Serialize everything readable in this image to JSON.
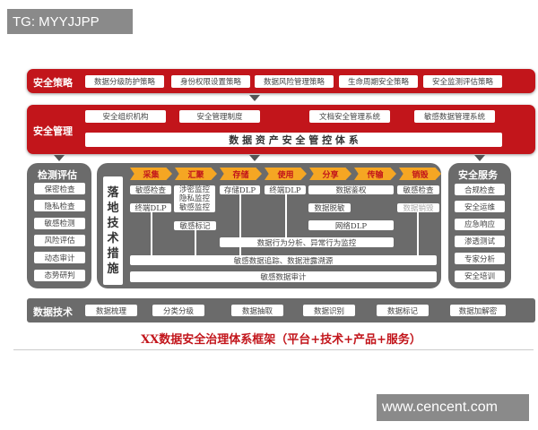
{
  "watermark_top": "TG: MYYJJPP",
  "watermark_bottom": "www.cencent.com",
  "strategy": {
    "label": "安全策略",
    "items": [
      "数据分级防护策略",
      "身份权限设置策略",
      "数据风险管理策略",
      "生命周期安全策略",
      "安全监测评估策略"
    ]
  },
  "management": {
    "label": "安全管理",
    "items": [
      "安全组织机构",
      "安全管理制度",
      "文档安全管理系统",
      "敏感数据管理系统"
    ],
    "system": "数 据 资 产 安 全 管 控 体 系"
  },
  "detection": {
    "label": "检测评估",
    "items": [
      "保密检查",
      "隐私检查",
      "敏感检测",
      "风险评估",
      "动态审计",
      "态势研判"
    ]
  },
  "measures": {
    "label": "落地技术措施",
    "stages": [
      "采集",
      "汇聚",
      "存储",
      "使用",
      "分享",
      "传输",
      "销毁"
    ],
    "collect": [
      "敏感检查",
      "终端DLP"
    ],
    "aggregate_monitor": [
      "涉密监控",
      "隐私监控",
      "敏感监控"
    ],
    "aggregate_mark": "敏感标记",
    "storage": "存储DLP",
    "use": "终端DLP",
    "share_auth": "数据鉴权",
    "share_mask": "数据脱敏",
    "network_dlp": "网络DLP",
    "destroy_check": "敏感检查",
    "destroy": "数据销毁",
    "behavior": "数据行为分析、异常行为监控",
    "tracking": "敏感数据追踪、数据泄露溯源",
    "audit": "敏感数据审计"
  },
  "service": {
    "label": "安全服务",
    "items": [
      "合规检查",
      "安全运维",
      "应急响应",
      "渗透测试",
      "专家分析",
      "安全培训"
    ]
  },
  "tech": {
    "label": "数据技术",
    "items": [
      "数据梳理",
      "分类分级",
      "数据抽取",
      "数据识别",
      "数据标记",
      "数据加解密"
    ]
  },
  "title": "XX数据安全治理体系框架（平台+技术+产品+服务）",
  "colors": {
    "red": "#c2151b",
    "gray": "#6b6b6b",
    "orange": "#f5a623"
  }
}
